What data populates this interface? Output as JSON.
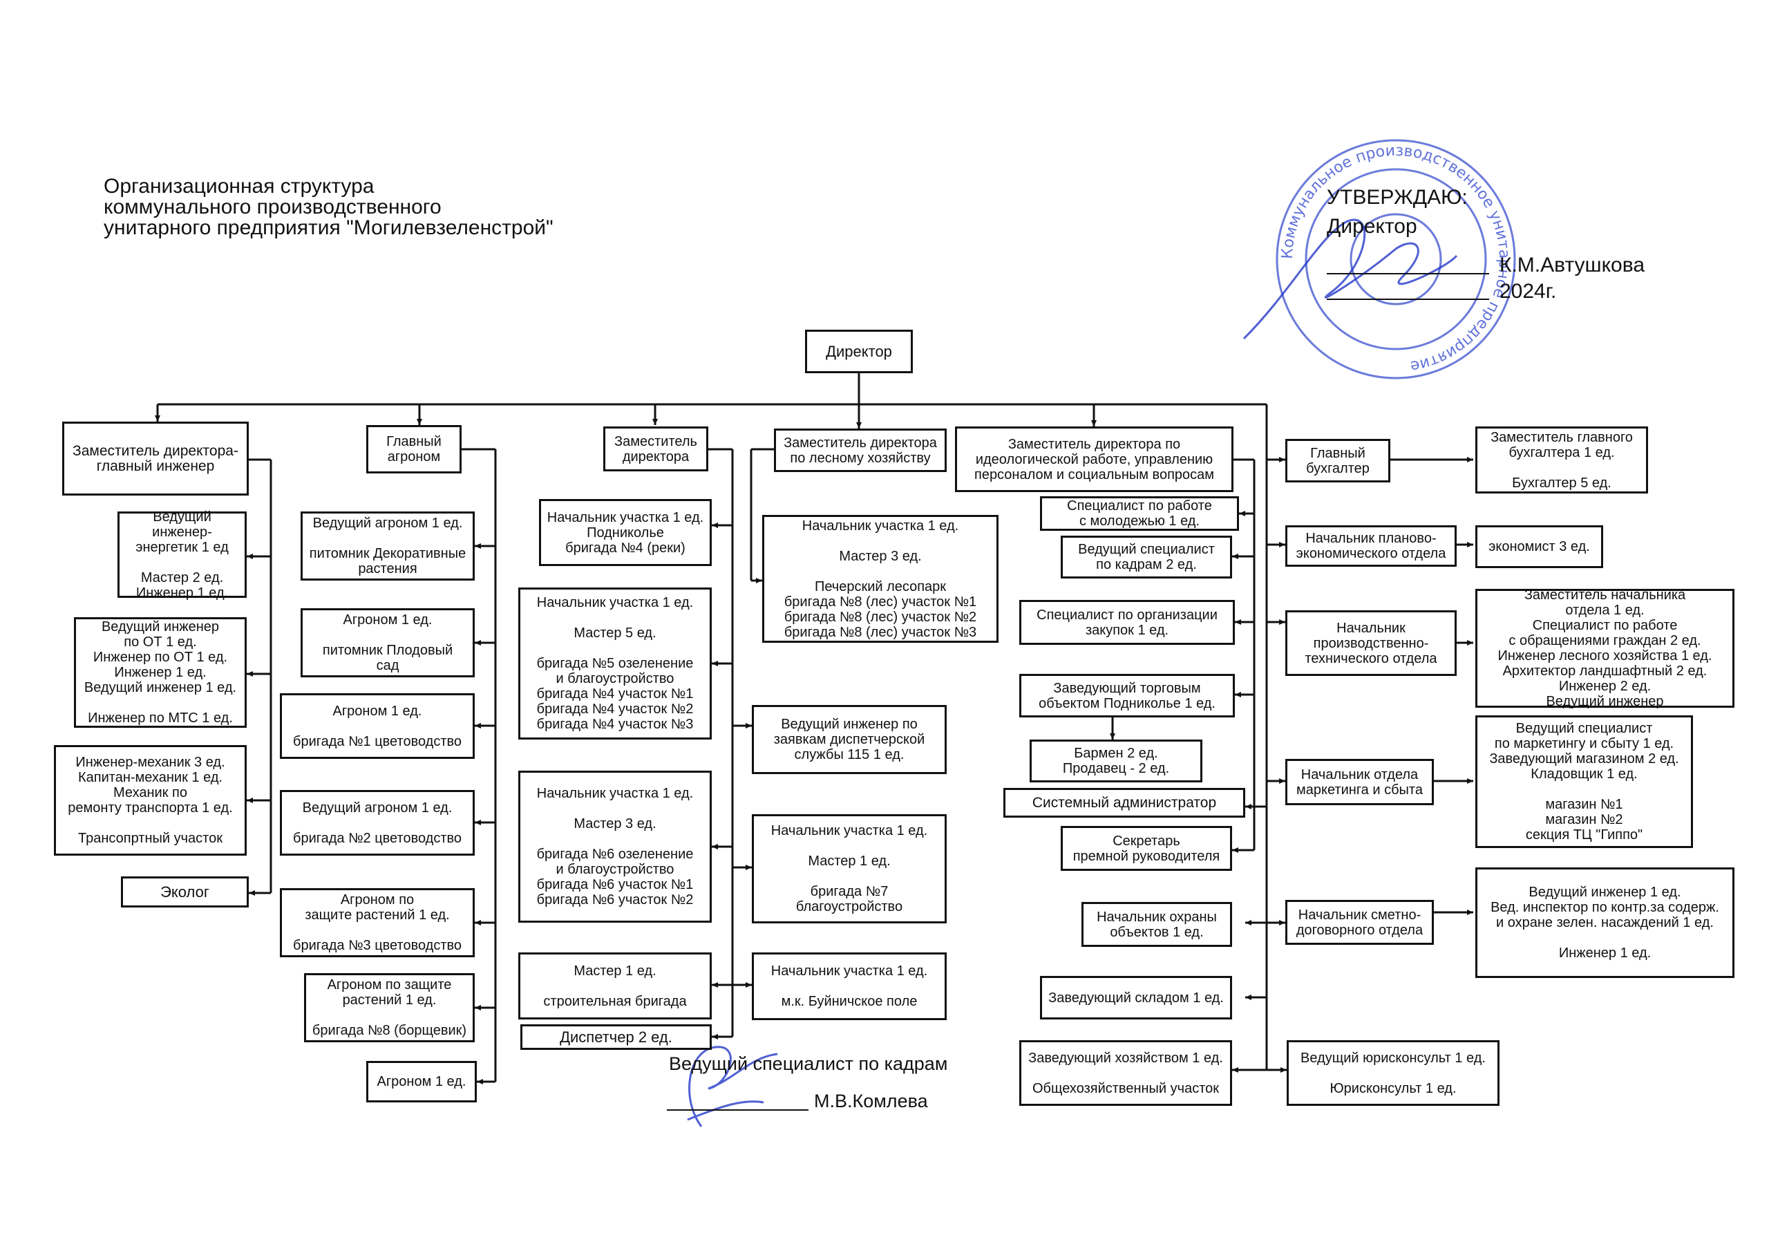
{
  "title": "Организационная структура\nкоммунального производственного\nунитарного предприятия \"Могилевзеленстрой\"",
  "approval": {
    "approve": "УТВЕРЖДАЮ:",
    "position": "Директор",
    "name": "К.М.Автушкова",
    "year": "2024г."
  },
  "signature": {
    "position": "Ведущий специалист по кадрам",
    "name": "М.В.Комлева"
  },
  "stamp_text": "Коммунальное производственное унитарное предприятие",
  "colors": {
    "ink": "#111111",
    "stamp": "#3a4fd0"
  },
  "boxes": {
    "director": "Директор",
    "chief_engineer": "Заместитель директора-\nглавный инженер",
    "energy": "Ведущий инженер-\nэнергетик 1 ед\n\nМастер 2 ед.\nИнженер 1 ед.",
    "labor_safety": "Ведущий инженер\nпо ОТ 1 ед.\nИнженер по ОТ 1 ед.\nИнженер 1 ед.\nВедущий инженер 1 ед.\n\nИнженер по МТС 1 ед.",
    "transport": "Инженер-механик 3 ед.\nКапитан-механик 1 ед.\nМеханик по\nремонту транспорта 1 ед.\n\nТрансопртный участок",
    "ecologist": "Эколог",
    "chief_agronomist": "Главный\nагроном",
    "agro1": "Ведущий агроном 1 ед.\n\nпитомник Декоративные\nрастения",
    "agro2": "Агроном 1 ед.\n\nпитомник Плодовый\nсад",
    "agro3": "Агроном 1 ед.\n\nбригада №1 цветоводство",
    "agro4": "Ведущий агроном 1 ед.\n\nбригада №2 цветоводство",
    "agro5": "Агроном по\nзащите растений 1 ед.\n\nбригада №3 цветоводство",
    "agro6": "Агроном по защите\nрастений 1 ед.\n\nбригада №8 (борщевик)",
    "agro7": "Агроном 1 ед.",
    "deputy": "Заместитель\nдиректора",
    "site_podnikolye": "Начальник участка 1 ед.\nПодниколье\nбригада №4 (реки)",
    "site_b5": "Начальник участка 1 ед.\n\nМастер 5 ед.\n\nбригада №5 озеленение\nи благоустройство\nбригада №4 участок №1\nбригада №4 участок №2\nбригада №4 участок №3",
    "site_b6": "Начальник участка 1 ед.\n\nМастер 3 ед.\n\nбригада №6 озеленение\nи благоустройство\nбригада №6 участок №1\nбригада №6 участок №2",
    "construction": "Мастер 1 ед.\n\nстроительная бригада",
    "dispatcher": "Диспетчер 2 ед.",
    "dispatch_eng": "Ведущий инженер по\nзаявкам диспетчерской\nслужбы 115  1 ед.",
    "site_b7": "Начальник участка 1 ед.\n\nМастер 1 ед.\n\nбригада №7\nблагоустройство",
    "site_field": "Начальник участка 1 ед.\n\nм.к. Буйничское поле",
    "forestry": "Заместитель директора\nпо лесному хозяйству",
    "forest_park": "Начальник участка 1 ед.\n\nМастер 3 ед.\n\nПечерский лесопарк\nбригада №8 (лес) участок №1\nбригада №8 (лес) участок №2\nбригада №8 (лес) участок №3",
    "ideology": "Заместитель директора по\nидеологической работе, управлению\nперсоналом и социальным вопросам",
    "youth": "Специалист по работе\nс молодежью 1 ед.",
    "hr": "Ведущий специалист\nпо кадрам 2 ед.",
    "procurement": "Специалист по организации\nзакупок 1 ед.",
    "shop_head": "Заведующий торговым\nобъектом Подниколье 1 ед.",
    "bar": "Бармен 2 ед.\nПродавец - 2 ед.",
    "sysadmin": "Системный администратор",
    "secretary": "Секретарь\nпремной руководителя",
    "security": "Начальник охраны\nобъектов 1 ед.",
    "warehouse": "Заведующий складом 1 ед.",
    "household": "Заведующий хозяйством 1 ед.\n\nОбщехозяйственный участок",
    "chief_accountant": "Главный\nбухгалтер",
    "accountants": "Заместитель главного\nбухгалтера 1 ед.\n\nБухгалтер 5 ед.",
    "planning": "Начальник планово-\nэкономического отдела",
    "economist": "экономист 3 ед.",
    "production": "Начальник\nпроизводственно-\nтехнического отдела",
    "production_staff": "Заместитель начальника\nотдела 1 ед.\nСпециалист по работе\nс обращениями граждан 2 ед.\nИнженер лесного хозяйства 1 ед.\nАрхитектор ландшафтный 2 ед.\nИнженер 2 ед.\nВедущий инженер",
    "marketing": "Начальник отдела\nмаркетинга и сбыта",
    "marketing_staff": "Ведущий специалист\nпо маркетингу и сбыту 1 ед.\nЗаведующий магазином 2 ед.\nКладовщик 1 ед.\n\nмагазин №1\nмагазин №2\nсекция ТЦ \"Гиппо\"",
    "estimates": "Начальник сметно-\nдоговорного отдела",
    "estimates_staff": "Ведущий инженер 1 ед.\nВед. инспектор по контр.за содерж.\nи охране зелен. насаждений 1 ед.\n\nИнженер 1 ед.",
    "legal": "Ведущий юрисконсульт 1 ед.\n\nЮрисконсульт 1 ед."
  }
}
